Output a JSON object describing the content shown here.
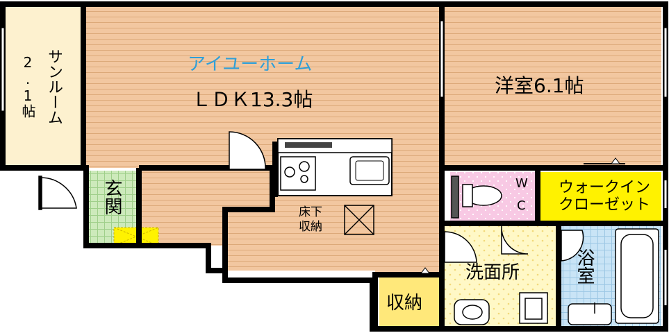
{
  "brand": "アイユーホーム",
  "rooms": {
    "ldk": "ＬＤＫ13.3帖",
    "western": "洋室6.1帖",
    "sunroom_name": "サンルーム",
    "sunroom_size": "2.1帖",
    "entrance": "玄関",
    "underfloor": "床下\n収納",
    "wc_w": "W",
    "wc_c": "C",
    "walkin": "ウォークイン\nクローゼット",
    "washroom": "洗面所",
    "storage": "収納",
    "bath": "浴室"
  },
  "colors": {
    "wall": "#000000",
    "flooring": "#f2c7a0",
    "flooring_line": "#d9a677",
    "sunroom": "#fdf1cf",
    "entrance_tile": "#cdeabb",
    "wc": "#f8c9e4",
    "closet": "#fff200",
    "storage": "#ffe87a",
    "washroom": "#fff8c6",
    "bath": "#c9e4f6",
    "brand": "#2f9fd8"
  }
}
